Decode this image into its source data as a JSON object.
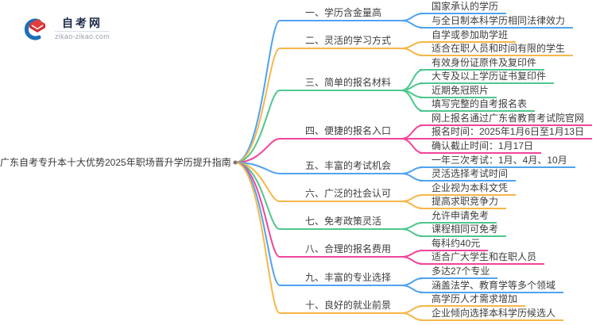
{
  "logo": {
    "site_name": "自考网",
    "site_domain": "zikao-zikao.com"
  },
  "central_topic": "广东自考专升本十大优势2025年职场晋升学历提升指南",
  "palette": {
    "branch_blue": "#4FA3F0",
    "branch_orange": "#F7B64A",
    "branch_green": "#4EC78E",
    "branch_pink": "#F0459B",
    "node_text": "#3D3D3D",
    "logo_navy": "#1C2B4A",
    "logo_blue": "#1E6FB8",
    "logo_red": "#E23D3D",
    "domain_gray": "#9AA3AE"
  },
  "branches": [
    {
      "label": "一、学历含金量高",
      "color": "blue",
      "children": [
        "国家承认的学历",
        "与全日制本科学历相同法律效力"
      ]
    },
    {
      "label": "二、灵活的学习方式",
      "color": "orange",
      "children": [
        "自学或参加助学班",
        "适合在职人员和时间有限的学生"
      ]
    },
    {
      "label": "三、简单的报名材料",
      "color": "green",
      "children": [
        "有效身份证原件及复印件",
        "大专及以上学历证书复印件",
        "近期免冠照片",
        "填写完整的自考报名表"
      ]
    },
    {
      "label": "四、便捷的报名入口",
      "color": "pink",
      "children": [
        "网上报名通过广东省教育考试院官网",
        "报名时间：2025年1月6日至1月13日",
        "确认截止时间：1月17日"
      ]
    },
    {
      "label": "五、丰富的考试机会",
      "color": "blue",
      "children": [
        "一年三次考试：1月、4月、10月",
        "灵活选择考试时间"
      ]
    },
    {
      "label": "六、广泛的社会认可",
      "color": "orange",
      "children": [
        "企业视为本科文凭",
        "提高求职竞争力"
      ]
    },
    {
      "label": "七、免考政策灵活",
      "color": "green",
      "children": [
        "允许申请免考",
        "课程相同可免考"
      ]
    },
    {
      "label": "八、合理的报名费用",
      "color": "pink",
      "children": [
        "每科约40元",
        "适合广大学生和在职人员"
      ]
    },
    {
      "label": "九、丰富的专业选择",
      "color": "blue",
      "children": [
        "多达27个专业",
        "涵盖法学、教育学等多个领域"
      ]
    },
    {
      "label": "十、良好的就业前景",
      "color": "orange",
      "children": [
        "高学历人才需求增加",
        "企业倾向选择本科学历候选人"
      ]
    }
  ]
}
